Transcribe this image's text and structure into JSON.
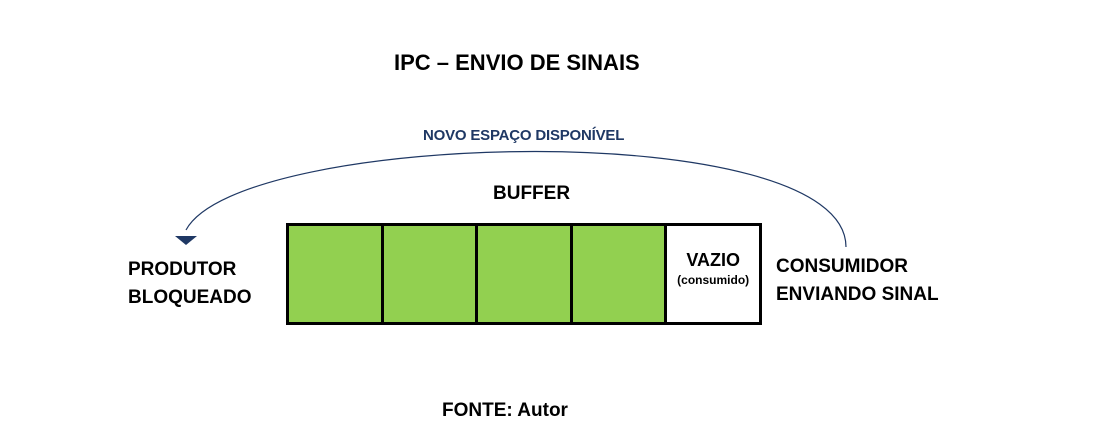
{
  "title": "IPC – ENVIO DE SINAIS",
  "arrow_label": "NOVO ESPAÇO DISPONÍVEL",
  "buffer": {
    "label": "BUFFER",
    "slots": [
      {
        "state": "filled"
      },
      {
        "state": "filled"
      },
      {
        "state": "filled"
      },
      {
        "state": "filled"
      },
      {
        "state": "empty",
        "label": "VAZIO",
        "sublabel": "(consumido)"
      }
    ]
  },
  "producer": {
    "line1": "PRODUTOR",
    "line2": "BLOQUEADO"
  },
  "consumer": {
    "line1": "CONSUMIDOR",
    "line2": "ENVIANDO SINAL"
  },
  "source": "FONTE: Autor",
  "colors": {
    "filled_slot": "#92d050",
    "empty_slot": "#ffffff",
    "arrow": "#1f3864",
    "arrow_label": "#1f3864"
  }
}
